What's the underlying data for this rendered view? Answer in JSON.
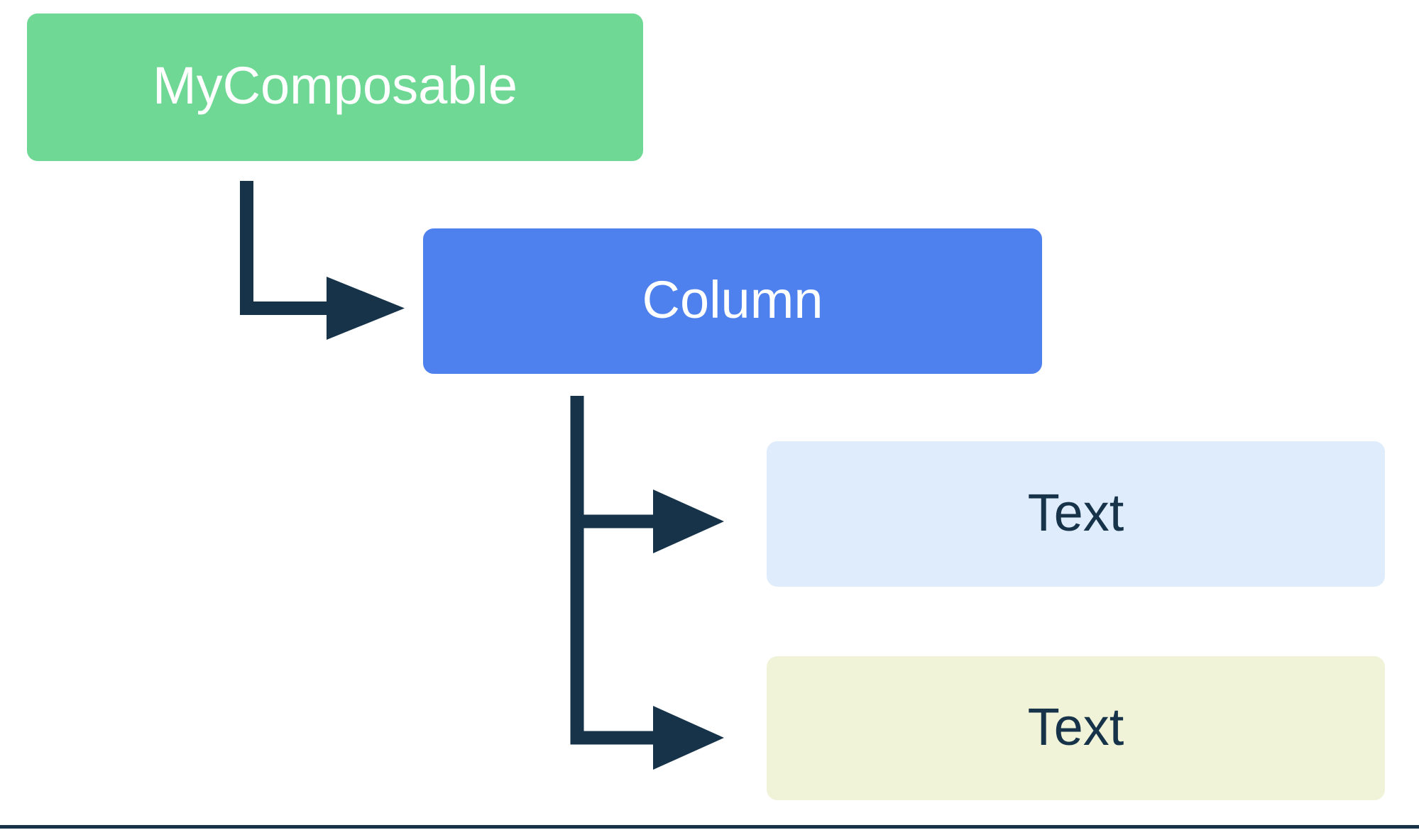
{
  "diagram": {
    "title": "Composable hierarchy tree",
    "background_color": "#FFFFFF",
    "connector_color": "#16334A",
    "bottom_rule_color": "#16334A",
    "nodes": [
      {
        "id": "root",
        "label": "MyComposable",
        "fill": "#6FD894",
        "text_color": "#FFFFFF",
        "depth": 0
      },
      {
        "id": "column",
        "label": "Column",
        "fill": "#4F81EE",
        "text_color": "#FFFFFF",
        "depth": 1
      },
      {
        "id": "text-1",
        "label": "Text",
        "fill": "#DEECFB",
        "text_color": "#16334A",
        "depth": 2
      },
      {
        "id": "text-2",
        "label": "Text",
        "fill": "#F0F3D8",
        "text_color": "#16334A",
        "depth": 2
      }
    ],
    "edges": [
      {
        "from": "root",
        "to": "column",
        "style": "elbow-arrow"
      },
      {
        "from": "column",
        "to": "text-1",
        "style": "elbow-arrow"
      },
      {
        "from": "column",
        "to": "text-2",
        "style": "elbow-arrow"
      }
    ]
  }
}
